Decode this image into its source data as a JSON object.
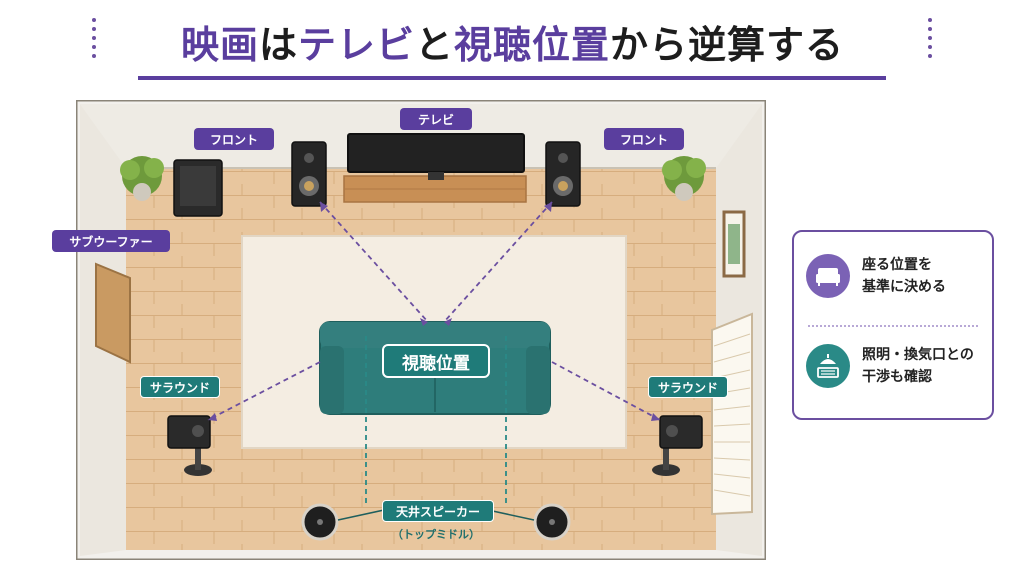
{
  "title": {
    "part1": "映画",
    "part2": "は",
    "part3": "テレビ",
    "part4": "と",
    "part5": "視聴位置",
    "part6": "から逆算する"
  },
  "room": {
    "labels": {
      "tv": "テレビ",
      "front_left": "フロント",
      "front_right": "フロント",
      "subwoofer": "サブウーファー",
      "surround_left": "サラウンド",
      "surround_right": "サラウンド",
      "listening_position": "視聴位置",
      "ceiling_speaker": "天井スピーカー",
      "ceiling_speaker_sub": "（トップミドル）"
    }
  },
  "tips": {
    "items": [
      {
        "line1": "座る位置を",
        "line2": "基準に決める",
        "icon": "sofa-icon"
      },
      {
        "line1": "照明・換気口との",
        "line2": "干渉も確認",
        "icon": "ceiling-light-vent-icon"
      }
    ]
  },
  "colors": {
    "accent_purple": "#5a3e9e",
    "accent_teal": "#1f7b79",
    "floor": "#e7c49b",
    "rug": "#f3ece1",
    "sofa": "#2f7f7d"
  }
}
